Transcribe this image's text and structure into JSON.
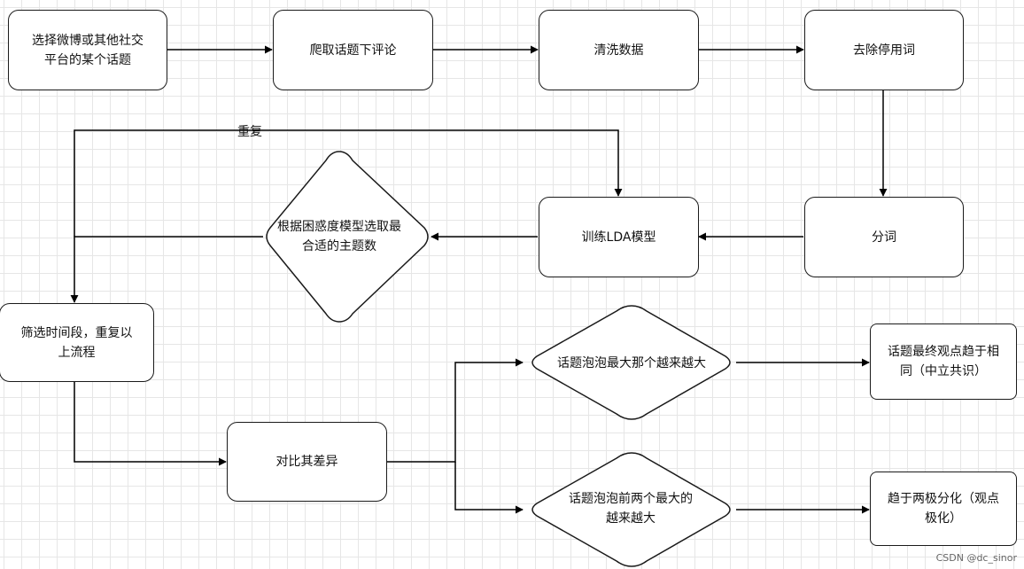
{
  "nodes": {
    "select_topic": [
      "选择微博或其他社交",
      "平台的某个话题"
    ],
    "crawl_comments": [
      "爬取话题下评论"
    ],
    "clean_data": [
      "清洗数据"
    ],
    "remove_stopwords": [
      "去除停用词"
    ],
    "segment_words": [
      "分词"
    ],
    "train_lda": [
      "训练LDA模型"
    ],
    "choose_topic_count": [
      "根据困惑度模型选取最",
      "合适的主题数"
    ],
    "filter_period": [
      "筛选时间段，重复以",
      "上流程"
    ],
    "compare_diff": [
      "对比其差异"
    ],
    "largest_bubble": [
      "话题泡泡最大那个越来越大"
    ],
    "top_two_bubbles": [
      "话题泡泡前两个最大的",
      "越来越大"
    ],
    "consensus": [
      "话题最终观点趋于相",
      "同（中立共识）"
    ],
    "polarization": [
      "趋于两极分化（观点",
      "极化）"
    ]
  },
  "edge_labels": {
    "repeat": "重复"
  },
  "watermark": "CSDN @dc_sinor"
}
